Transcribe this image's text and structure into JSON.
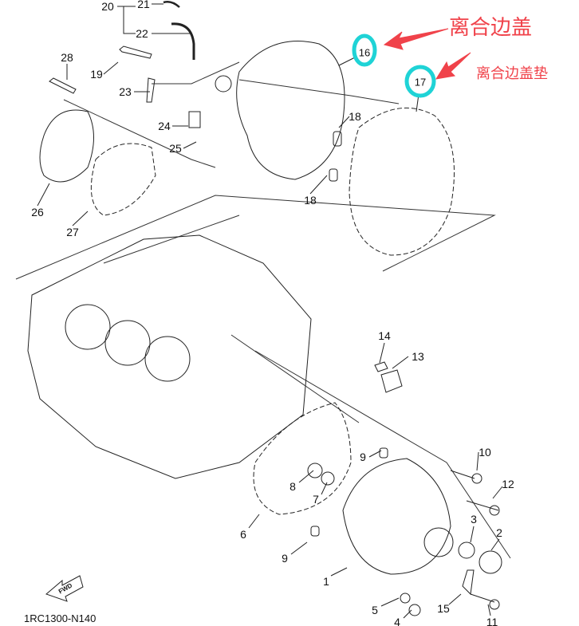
{
  "diagram_code": "1RC1300-N140",
  "fwd_mark": "FWD",
  "annotations": {
    "clutch_cover": "离合边盖",
    "clutch_cover_gasket": "离合边盖垫"
  },
  "highlight_color": "#1fd3d6",
  "annotation_color": "#f0424a",
  "labels": [
    "20",
    "21",
    "22",
    "28",
    "19",
    "23",
    "24",
    "25",
    "16",
    "17",
    "18",
    "18",
    "26",
    "27",
    "14",
    "13",
    "10",
    "9",
    "12",
    "8",
    "7",
    "3",
    "2",
    "6",
    "9",
    "1",
    "5",
    "15",
    "4",
    "11"
  ]
}
